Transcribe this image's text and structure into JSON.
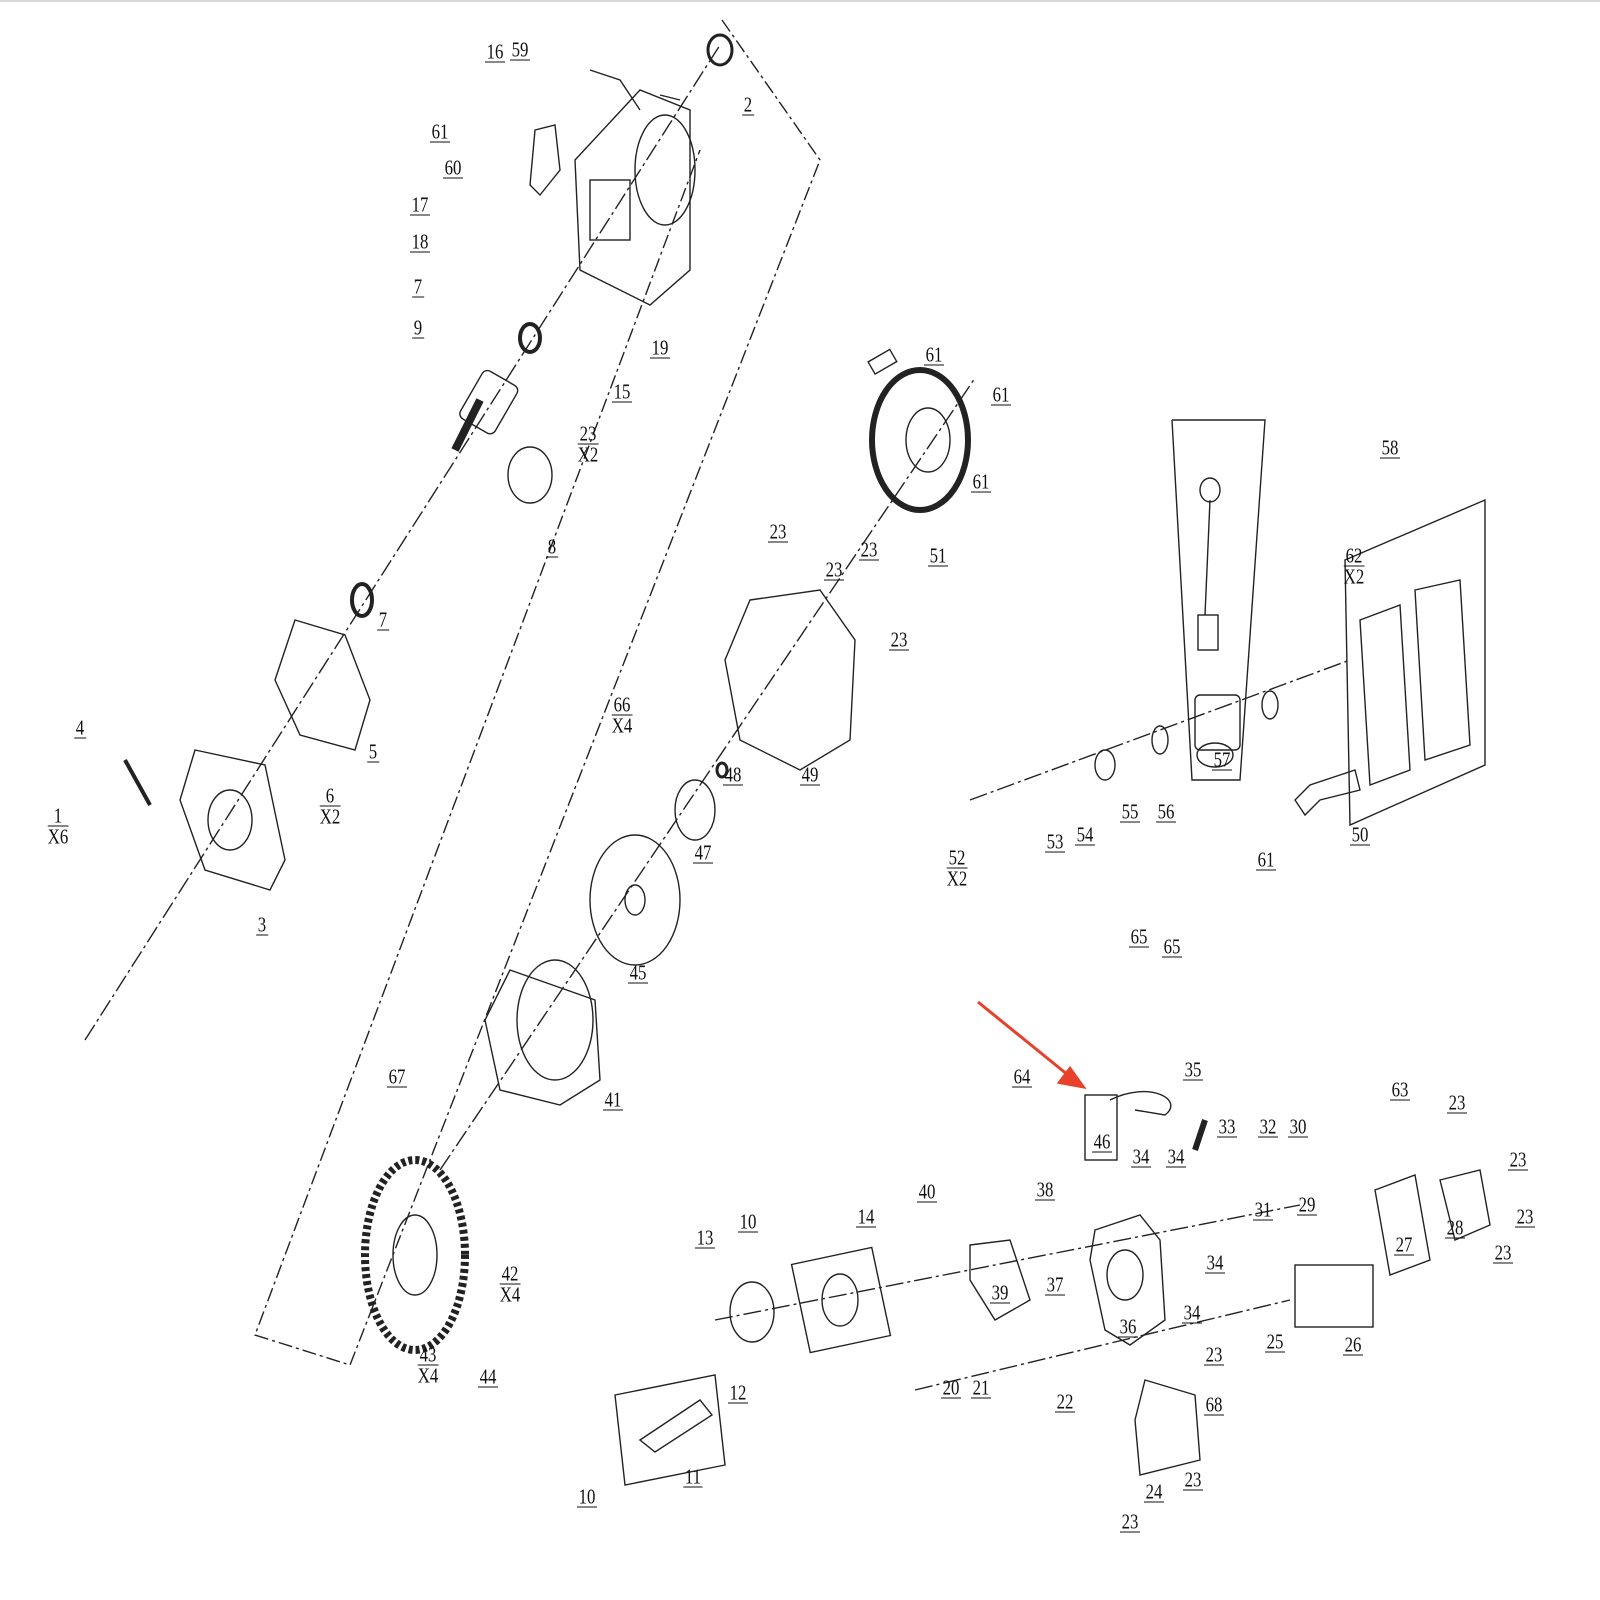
{
  "diagram": {
    "type": "exploded-parts-diagram",
    "highlight_color": "#e8402a",
    "callouts": [
      {
        "n": "16"
      },
      {
        "n": "59"
      },
      {
        "n": "2"
      },
      {
        "n": "61"
      },
      {
        "n": "60"
      },
      {
        "n": "17"
      },
      {
        "n": "18"
      },
      {
        "n": "7"
      },
      {
        "n": "9"
      },
      {
        "n": "19"
      },
      {
        "n": "15"
      },
      {
        "n": "23",
        "q": "X2"
      },
      {
        "n": "8"
      },
      {
        "n": "7"
      },
      {
        "n": "5"
      },
      {
        "n": "6",
        "q": "X2"
      },
      {
        "n": "4"
      },
      {
        "n": "1",
        "q": "X6"
      },
      {
        "n": "3"
      },
      {
        "n": "61"
      },
      {
        "n": "61"
      },
      {
        "n": "61"
      },
      {
        "n": "51"
      },
      {
        "n": "23"
      },
      {
        "n": "23"
      },
      {
        "n": "23"
      },
      {
        "n": "23"
      },
      {
        "n": "66",
        "q": "X4"
      },
      {
        "n": "48"
      },
      {
        "n": "49"
      },
      {
        "n": "47"
      },
      {
        "n": "45"
      },
      {
        "n": "41"
      },
      {
        "n": "67"
      },
      {
        "n": "42",
        "q": "X4"
      },
      {
        "n": "43",
        "q": "X4"
      },
      {
        "n": "44"
      },
      {
        "n": "58"
      },
      {
        "n": "62",
        "q": "X2"
      },
      {
        "n": "57"
      },
      {
        "n": "56"
      },
      {
        "n": "55"
      },
      {
        "n": "54"
      },
      {
        "n": "53"
      },
      {
        "n": "52",
        "q": "X2"
      },
      {
        "n": "61"
      },
      {
        "n": "50"
      },
      {
        "n": "65"
      },
      {
        "n": "65"
      },
      {
        "n": "64"
      },
      {
        "n": "35"
      },
      {
        "n": "46"
      },
      {
        "n": "63"
      },
      {
        "n": "23"
      },
      {
        "n": "23"
      },
      {
        "n": "23"
      },
      {
        "n": "23"
      },
      {
        "n": "28"
      },
      {
        "n": "27"
      },
      {
        "n": "33"
      },
      {
        "n": "32"
      },
      {
        "n": "30"
      },
      {
        "n": "34"
      },
      {
        "n": "34"
      },
      {
        "n": "29"
      },
      {
        "n": "31"
      },
      {
        "n": "40"
      },
      {
        "n": "38"
      },
      {
        "n": "10"
      },
      {
        "n": "13"
      },
      {
        "n": "14"
      },
      {
        "n": "39"
      },
      {
        "n": "37"
      },
      {
        "n": "36"
      },
      {
        "n": "34"
      },
      {
        "n": "34"
      },
      {
        "n": "25"
      },
      {
        "n": "26"
      },
      {
        "n": "23"
      },
      {
        "n": "68"
      },
      {
        "n": "20"
      },
      {
        "n": "21"
      },
      {
        "n": "22"
      },
      {
        "n": "12"
      },
      {
        "n": "11"
      },
      {
        "n": "10"
      },
      {
        "n": "24"
      },
      {
        "n": "23"
      },
      {
        "n": "23"
      }
    ]
  }
}
